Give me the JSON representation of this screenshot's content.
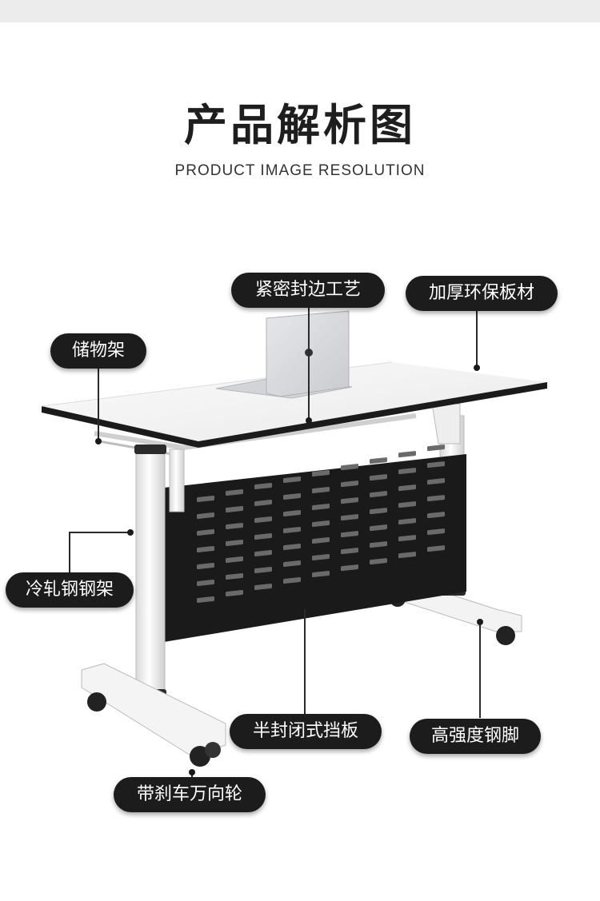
{
  "header": {
    "title": "产品解析图",
    "subtitle": "PRODUCT IMAGE RESOLUTION"
  },
  "callouts": {
    "edge_sealing": "紧密封边工艺",
    "thick_board": "加厚环保板材",
    "storage_rack": "储物架",
    "steel_frame": "冷轧钢钢架",
    "modesty_panel": "半封闭式挡板",
    "steel_feet": "高强度钢脚",
    "casters": "带刹车万向轮"
  },
  "colors": {
    "callout_bg": "#1c1c1c",
    "panel": "#1a1a1a",
    "frame": "#f2f2f2"
  }
}
